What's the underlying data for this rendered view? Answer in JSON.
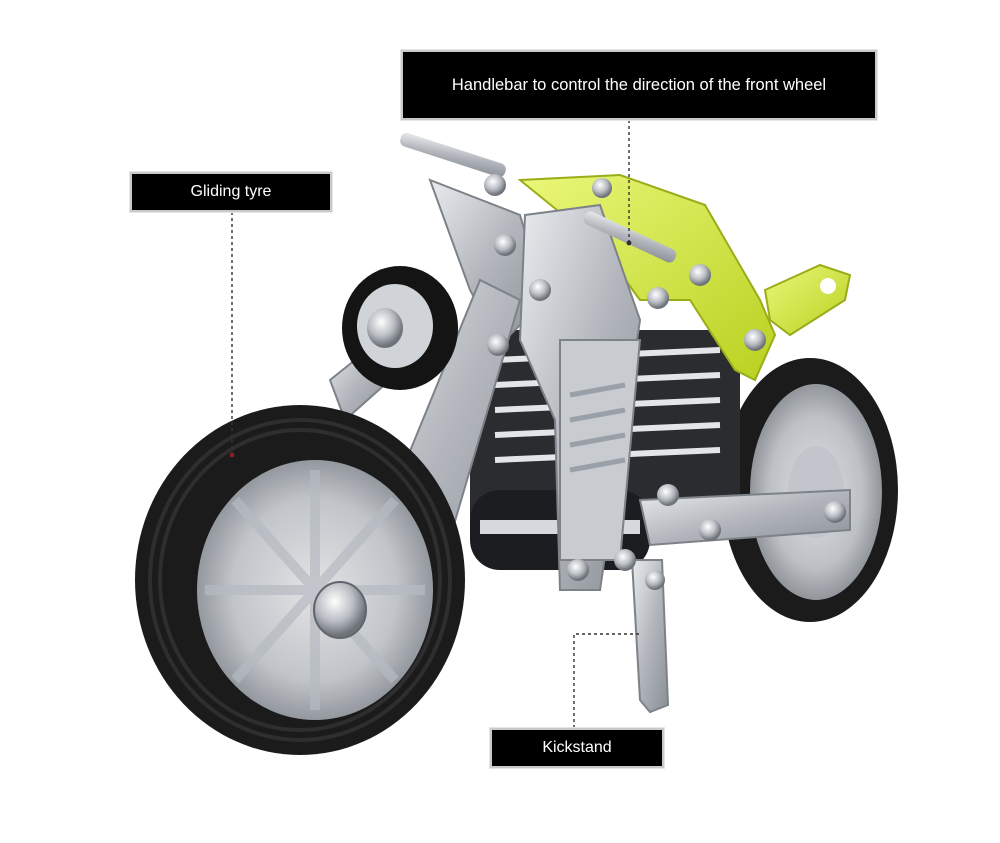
{
  "callouts": {
    "handlebar": "Handlebar to control the direction of the front wheel",
    "tyre": "Gliding tyre",
    "kickstand": "Kickstand"
  },
  "colors": {
    "label_bg": "#000000",
    "label_text": "#ffffff",
    "frame_metal": "#b9bcc0",
    "accent_yellow": "#d8ec3a",
    "tyre_black": "#1b1b1b",
    "rim_clear": "#d7dadf"
  }
}
